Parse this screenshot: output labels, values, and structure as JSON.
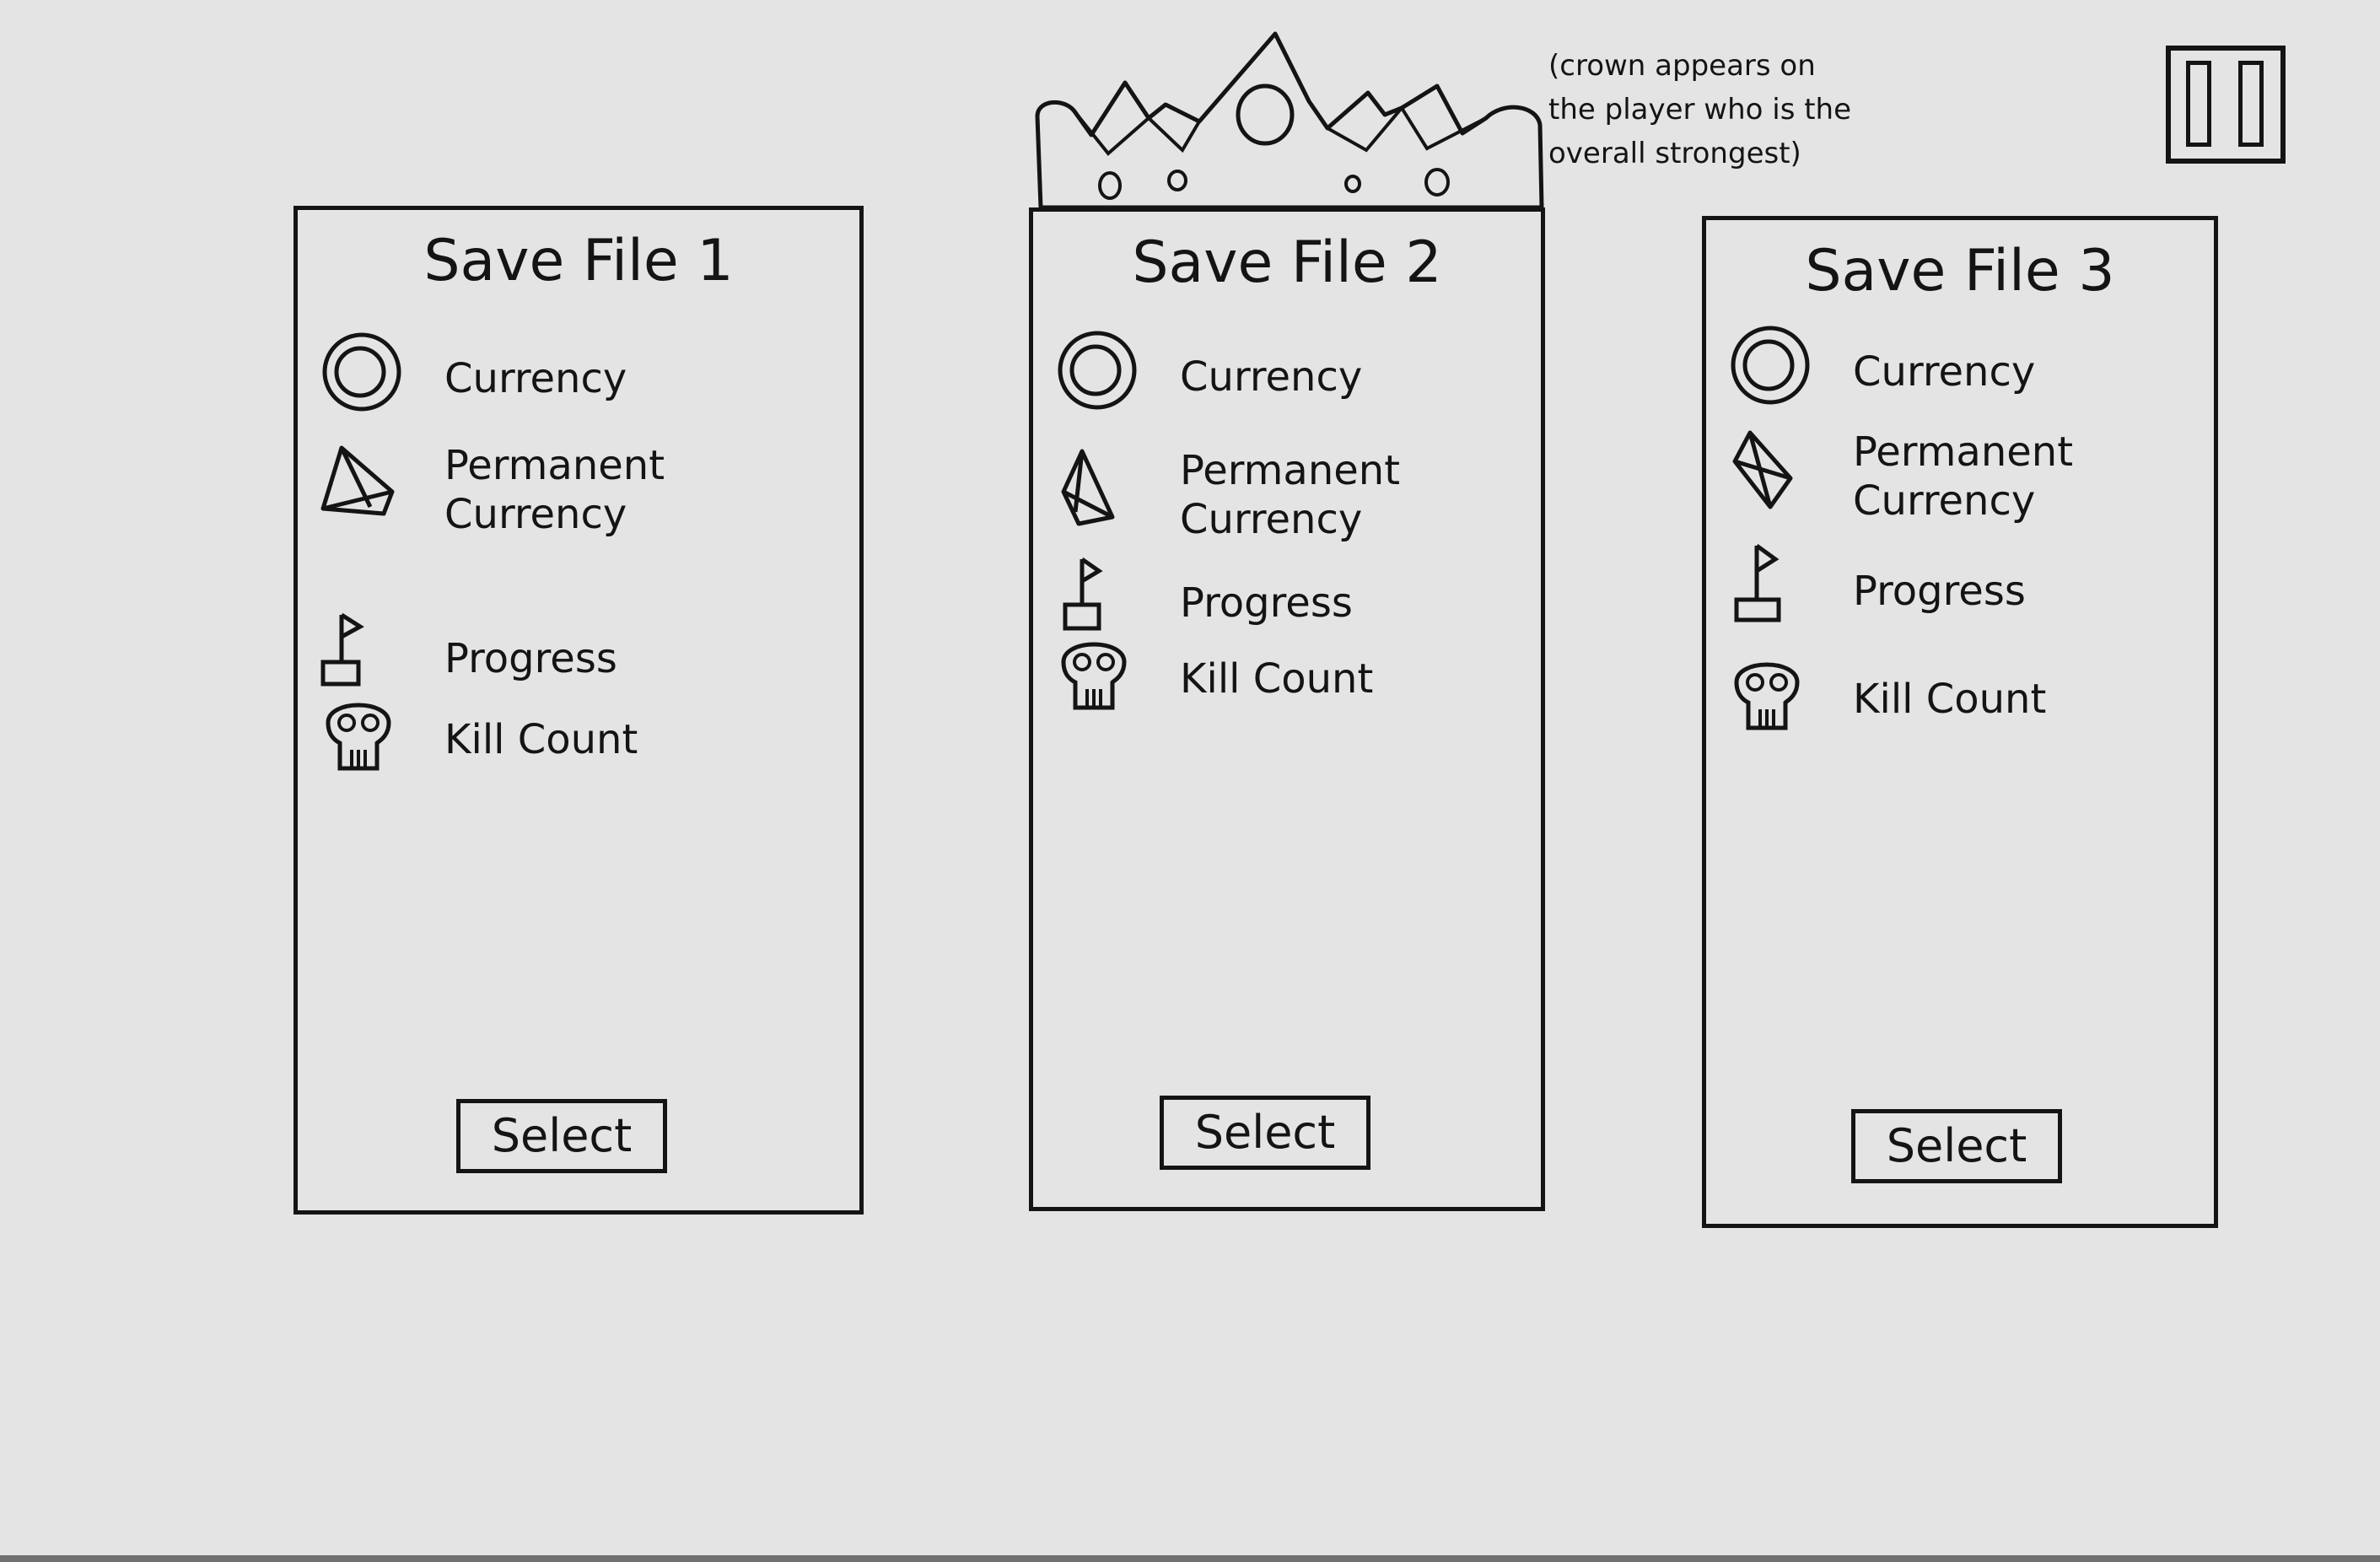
{
  "crown_note": "(crown appears on\nthe player who is the\noverall strongest)",
  "save_files": [
    {
      "title": "Save File 1",
      "stats": [
        {
          "icon": "currency-coin-icon",
          "label": "Currency"
        },
        {
          "icon": "permanent-currency-gem-icon",
          "label": "Permanent Currency"
        },
        {
          "icon": "progress-flag-icon",
          "label": "Progress"
        },
        {
          "icon": "kill-count-skull-icon",
          "label": "Kill Count"
        }
      ],
      "select_label": "Select"
    },
    {
      "title": "Save File 2",
      "has_crown": true,
      "stats": [
        {
          "icon": "currency-coin-icon",
          "label": "Currency"
        },
        {
          "icon": "permanent-currency-gem-icon",
          "label": "Permanent Currency"
        },
        {
          "icon": "progress-flag-icon",
          "label": "Progress"
        },
        {
          "icon": "kill-count-skull-icon",
          "label": "Kill Count"
        }
      ],
      "select_label": "Select"
    },
    {
      "title": "Save File 3",
      "stats": [
        {
          "icon": "currency-coin-icon",
          "label": "Currency"
        },
        {
          "icon": "permanent-currency-gem-icon",
          "label": "Permanent Currency"
        },
        {
          "icon": "progress-flag-icon",
          "label": "Progress"
        },
        {
          "icon": "kill-count-skull-icon",
          "label": "Kill Count"
        }
      ],
      "select_label": "Select"
    }
  ],
  "pause_icon": "pause-icon",
  "colors": {
    "background": "#e4e4e4",
    "ink": "#141414"
  }
}
